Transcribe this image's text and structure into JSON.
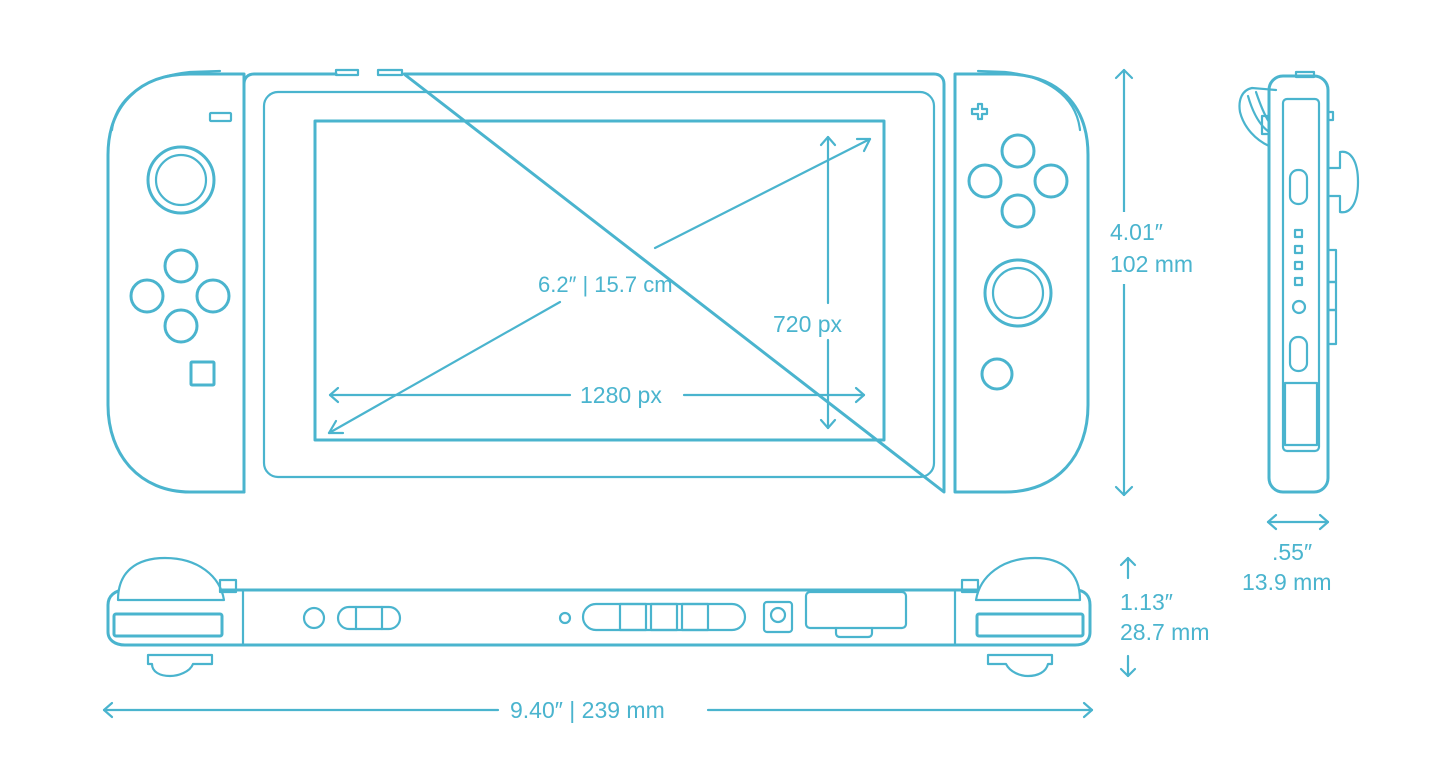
{
  "colors": {
    "line": "#4ab4ce",
    "background": "#ffffff"
  },
  "labels": {
    "diagonal": "6.2″ | 15.7 cm",
    "screen_height_px": "720 px",
    "screen_width_px": "1280 px",
    "height_in": "4.01″",
    "height_mm": "102 mm",
    "thickness_in": ".55″",
    "thickness_mm": "13.9 mm",
    "grip_height_in": "1.13″",
    "grip_height_mm": "28.7 mm",
    "width": "9.40″ | 239 mm"
  },
  "icons": [
    "minus-icon",
    "plus-icon",
    "analog-stick-icon",
    "capture-button-icon",
    "home-button-icon",
    "headphone-jack-icon",
    "usb-c-port-icon",
    "game-card-slot-icon"
  ]
}
